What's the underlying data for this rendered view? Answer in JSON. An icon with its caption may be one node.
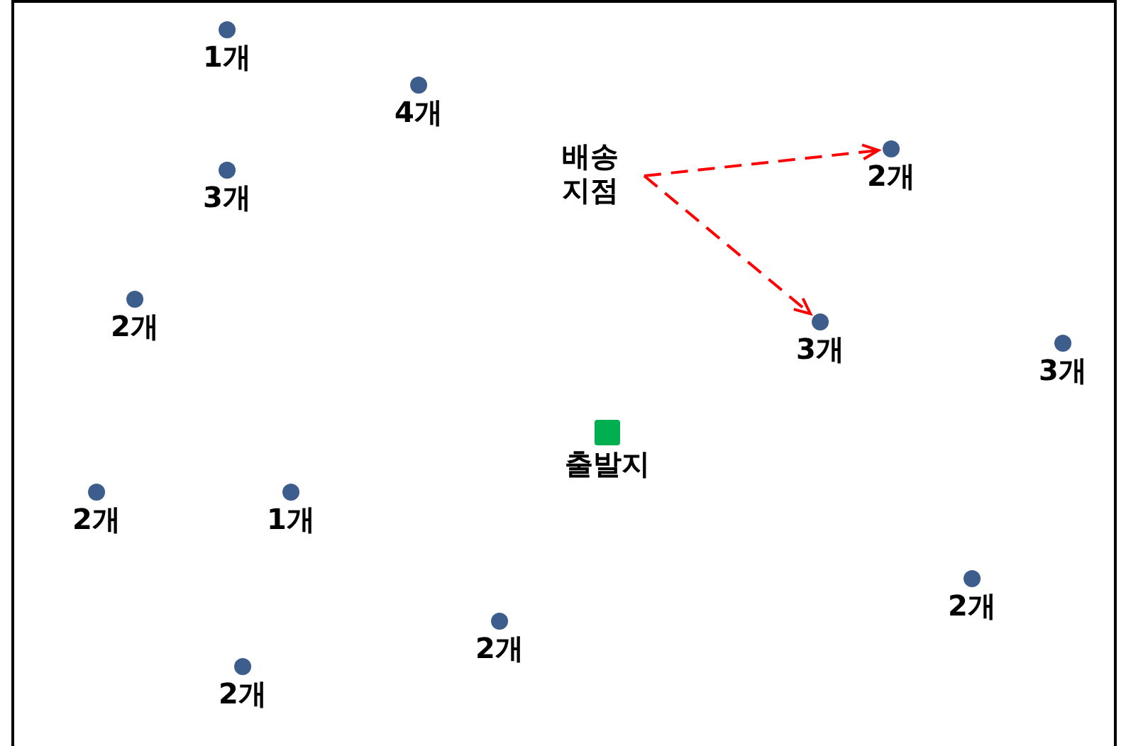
{
  "diagram": {
    "nodes": [
      {
        "text": [
          "1개"
        ]
      },
      {
        "text": [
          "4개"
        ]
      },
      {
        "text": [
          "3개"
        ]
      },
      {
        "text": [
          "배송 지점"
        ]
      },
      {
        "text": [
          "2개"
        ]
      },
      {
        "text": [
          "2개"
        ]
      },
      {
        "text": [
          "3개"
        ]
      },
      {
        "text": [
          "3개"
        ]
      },
      {
        "text": [
          "출발지"
        ]
      },
      {
        "text": [
          "2개"
        ]
      },
      {
        "text": [
          "1개"
        ]
      },
      {
        "text": [
          "2개"
        ]
      },
      {
        "text": [
          "2개"
        ]
      },
      {
        "text": [
          "2개"
        ]
      }
    ],
    "edges": [
      {
        "from": 3,
        "to": 4,
        "arrow": "to",
        "style": "dashed",
        "color": "#ff0000"
      },
      {
        "from": 3,
        "to": 6,
        "arrow": "to",
        "style": "dashed",
        "color": "#ff0000"
      }
    ]
  }
}
